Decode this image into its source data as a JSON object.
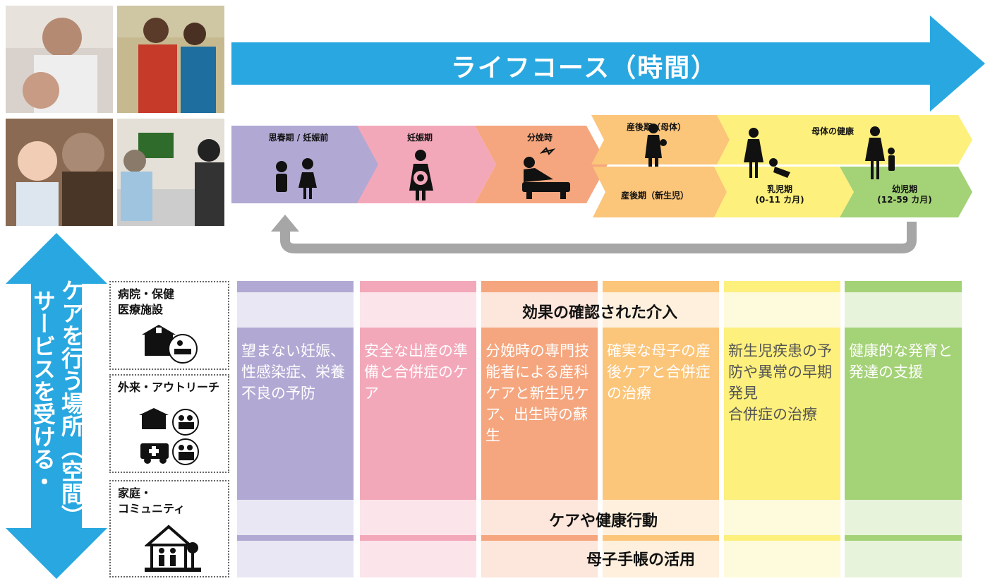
{
  "header": {
    "life_course_title": "ライフコース（時間）"
  },
  "stages": {
    "pre": "思春期 / 妊娠前",
    "pregnancy": "妊娠期",
    "delivery": "分娩時",
    "postpartum_mother": "産後期（母体）",
    "postpartum_newborn": "産後期（新生児）",
    "maternal_health": "母体の健康",
    "infant_line1": "乳児期",
    "infant_line2": "(0-11 カ月)",
    "child_line1": "幼児期",
    "child_line2": "(12-59 カ月)"
  },
  "space_axis": {
    "line1": "サービスを受ける・",
    "line2": "ケアを行う場所（空間）"
  },
  "settings": {
    "hospital": "病院・保健\n医療施設",
    "outreach": "外来・アウトリーチ",
    "home": "家庭・\nコミュニティ"
  },
  "bands": {
    "interventions": "効果の確認された介入",
    "care": "ケアや健康行動",
    "handbook": "母子手帳の活用"
  },
  "columns": [
    {
      "text": "望まない妊娠、性感染症、栄養不良の予防",
      "color": "#b1a9d3",
      "light": "#e9e7f3"
    },
    {
      "text": "安全な出産の準備と合併症のケア",
      "color": "#f3a8ba",
      "light": "#fbe4ea"
    },
    {
      "text": "分娩時の専門技能者による産科ケアと新生児ケア、出生時の蘇生",
      "color": "#f5a67e",
      "light": "#fde6db"
    },
    {
      "text": "確実な母子の産後ケアと合併症の治療",
      "color": "#fbc57a",
      "light": "#fef0dc"
    },
    {
      "text": "新生児疾患の予防や異常の早期発見\n合併症の治療",
      "color": "#fdf07c",
      "light": "#fefadc"
    },
    {
      "text": "健康的な発育と発達の支援",
      "color": "#a4d277",
      "light": "#e8f3dc"
    }
  ],
  "colors": {
    "blue_arrow": "#29a7e0",
    "grey_arrow": "#a6a6a6"
  }
}
